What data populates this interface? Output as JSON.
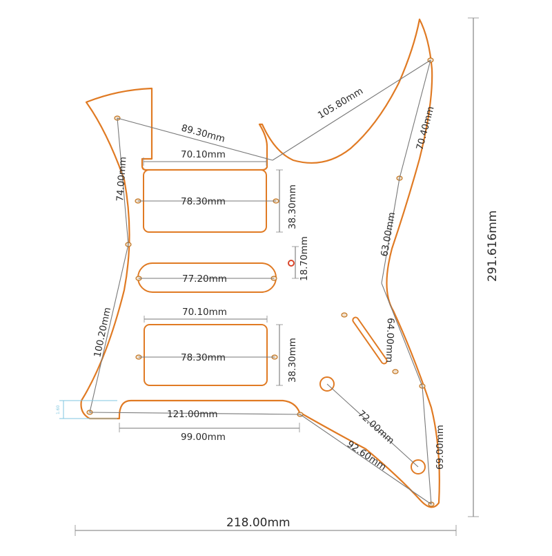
{
  "diagram": {
    "colors": {
      "outline": "#e07a23",
      "dimension_line": "#777777",
      "text": "#2a2a2a",
      "small_marker": "#7fc6e0"
    },
    "labels": {
      "overall_height": "291.616mm",
      "overall_width": "218.00mm",
      "top_horn_to_cutaway": "89.30mm",
      "horn_tip_to_cutaway": "105.80mm",
      "right_edge_upper": "70.40mm",
      "right_edge_middle": "63.00mm",
      "right_edge_lower": "64.00mm",
      "right_edge_bottom": "69.00mm",
      "left_edge_upper": "74.00mm",
      "left_edge_lower": "100.20mm",
      "neck_humbucker_width": "70.10mm",
      "neck_humbucker_holes": "78.30mm",
      "neck_humbucker_height": "38.30mm",
      "single_coil_offset": "18.70mm",
      "single_coil_holes": "77.20mm",
      "bridge_humbucker_width": "70.10mm",
      "bridge_humbucker_holes": "78.30mm",
      "bridge_humbucker_height": "38.30mm",
      "bottom_holes_span": "121.00mm",
      "bottom_cut_width": "99.00mm",
      "jack_to_corner": "72.00mm",
      "bottom_diagonal": "92.60mm",
      "small_marker": "1.60"
    }
  }
}
